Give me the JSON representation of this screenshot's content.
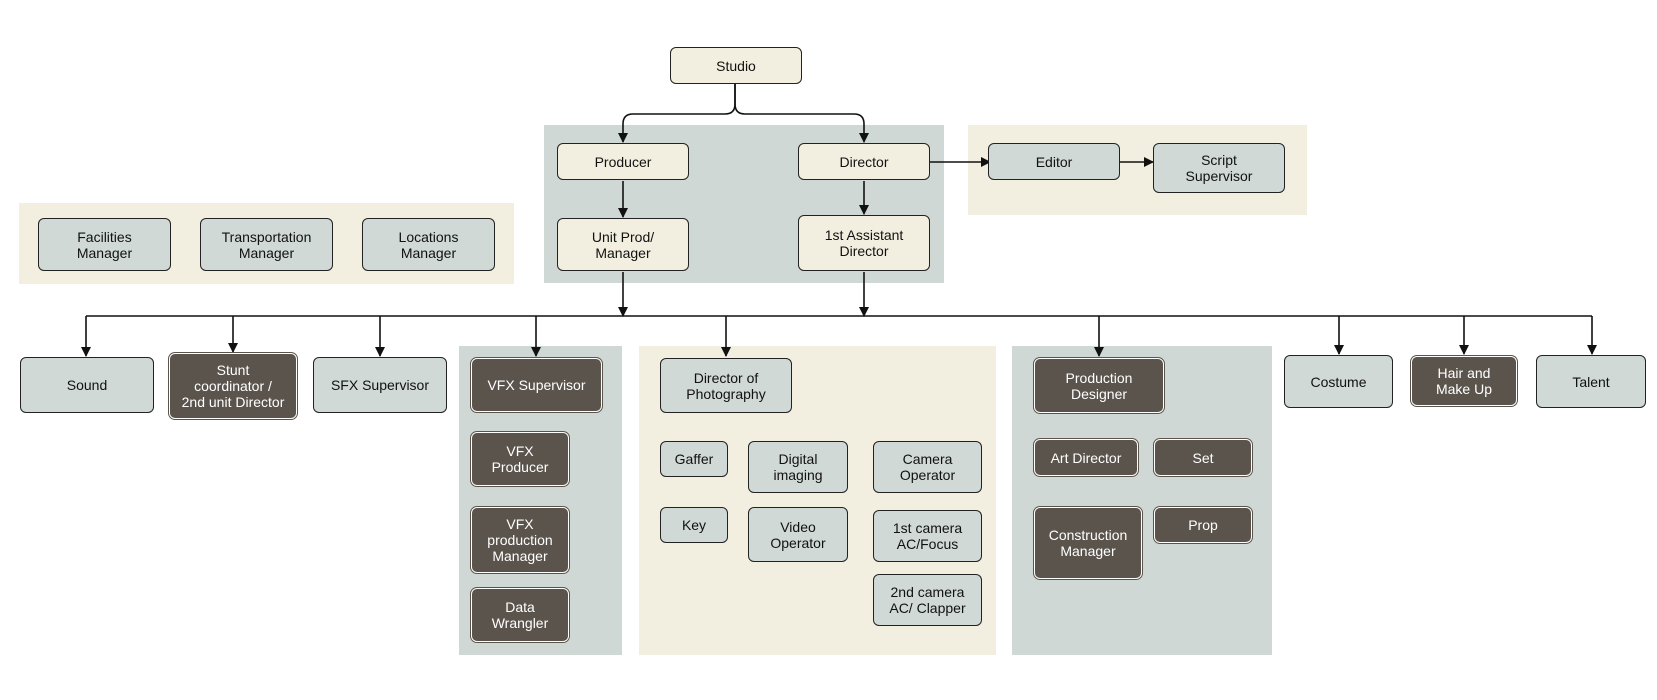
{
  "colors": {
    "panel_beige": "#f3efe0",
    "panel_gray": "#cfd8d4",
    "node_cream": "#f3efe0",
    "node_light": "#d0d9d6",
    "node_dark": "#5b544d",
    "line": "#111111"
  },
  "nodes": {
    "studio": "Studio",
    "producer": "Producer",
    "director": "Director",
    "editor": "Editor",
    "script_supervisor": "Script\nSupervisor",
    "unit_prod_manager": "Unit Prod/\nManager",
    "first_ad": "1st Assistant\nDirector",
    "facilities_manager": "Facilities\nManager",
    "transportation_manager": "Transportation\nManager",
    "locations_manager": "Locations\nManager",
    "sound": "Sound",
    "stunt_coordinator": "Stunt\ncoordinator /\n2nd unit Director",
    "sfx_supervisor": "SFX Supervisor",
    "vfx_supervisor": "VFX Supervisor",
    "vfx_producer": "VFX\nProducer",
    "vfx_production_manager": "VFX\nproduction\nManager",
    "data_wrangler": "Data\nWrangler",
    "dop": "Director of\nPhotography",
    "gaffer": "Gaffer",
    "key": "Key",
    "digital_imaging": "Digital\nimaging",
    "video_operator": "Video\nOperator",
    "camera_operator": "Camera\nOperator",
    "first_camera_ac": "1st camera\nAC/Focus",
    "second_camera_ac": "2nd camera\nAC/ Clapper",
    "production_designer": "Production\nDesigner",
    "art_director": "Art Director",
    "set": "Set",
    "construction_manager": "Construction\nManager",
    "prop": "Prop",
    "costume": "Costume",
    "hair_makeup": "Hair and\nMake Up",
    "talent": "Talent"
  }
}
